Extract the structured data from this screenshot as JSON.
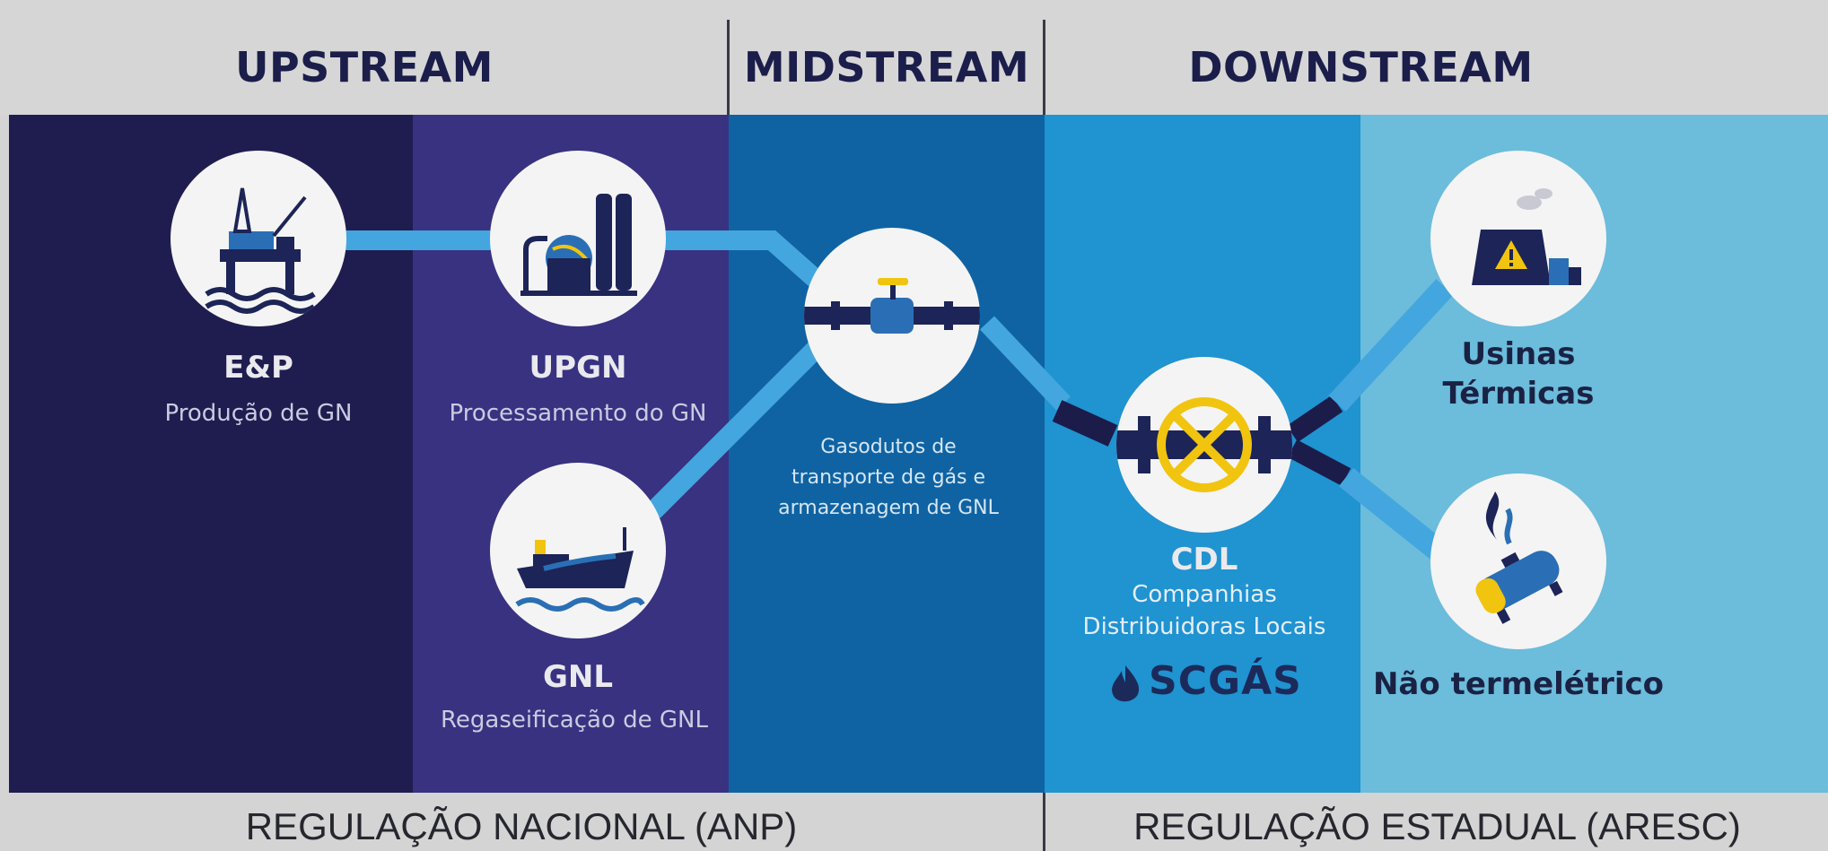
{
  "stages": {
    "upstream": "UPSTREAM",
    "midstream": "MIDSTREAM",
    "downstream": "DOWNSTREAM"
  },
  "nodes": {
    "ep": {
      "title": "E&P",
      "subtitle": "Produção de GN",
      "icon": "offshore-platform-icon"
    },
    "upgn": {
      "title": "UPGN",
      "subtitle": "Processamento do GN",
      "icon": "processing-plant-icon"
    },
    "gnl": {
      "title": "GNL",
      "subtitle": "Regaseificação de GNL",
      "icon": "lng-tanker-ship-icon"
    },
    "pipeline": {
      "line1": "Gasodutos de",
      "line2": "transporte de gás e",
      "line3": "armazenagem de GNL",
      "icon": "pipeline-valve-icon"
    },
    "cdl": {
      "title": "CDL",
      "line1": "Companhias",
      "line2": "Distribuidoras Locais",
      "icon": "distribution-valve-icon",
      "logo": "SCGÁS"
    },
    "usinas": {
      "line1": "Usinas",
      "line2": "Térmicas",
      "icon": "thermal-power-plant-icon"
    },
    "nao_termo": {
      "title": "Não termelétrico",
      "icon": "gas-cylinder-flame-icon"
    }
  },
  "footer": {
    "left": "REGULAÇÃO NACIONAL (ANP)",
    "right": "REGULAÇÃO ESTADUAL (ARESC)"
  },
  "colors": {
    "upstream_dark": "#1f1d4f",
    "upstream_mid": "#383281",
    "midstream": "#0f63a3",
    "downstream_mid": "#2093d1",
    "downstream_light": "#6cbcdb",
    "pipe_light": "#44a6de",
    "pipe_dark": "#1b1c4a",
    "valve_yellow": "#f1c40f"
  }
}
